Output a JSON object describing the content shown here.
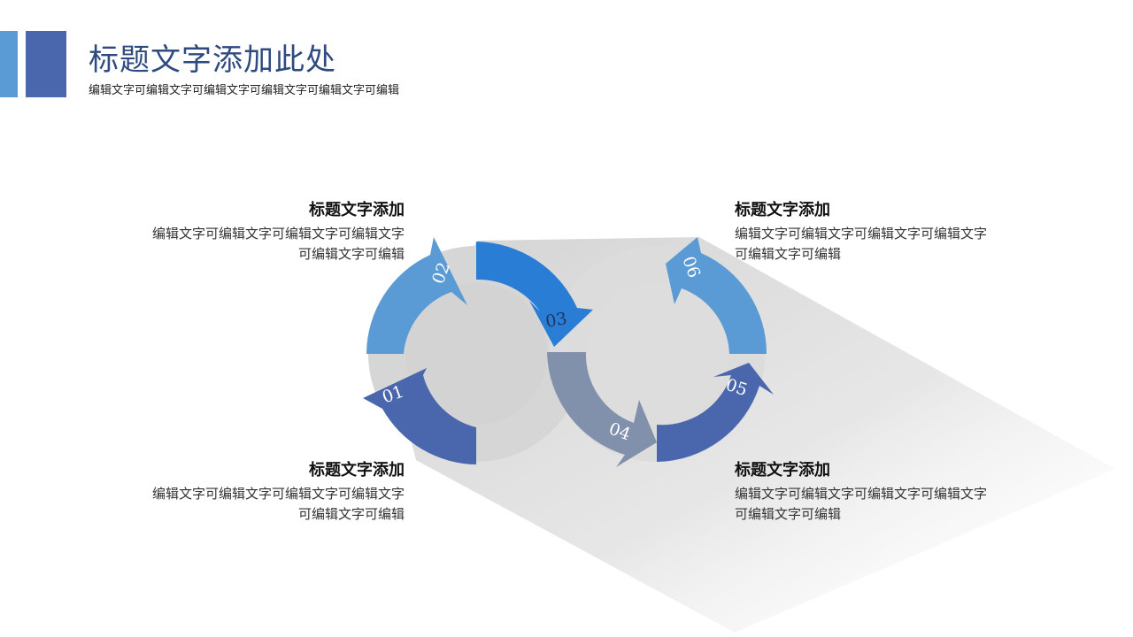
{
  "header": {
    "title": "标题文字添加此处",
    "subtitle": "编辑文字可编辑文字可编辑文字可编辑文字可编辑文字可编辑"
  },
  "colors": {
    "accent_light": "#5b9bd5",
    "accent_dark": "#4a67ad",
    "arrow_blue": "#2a7dd4",
    "arrow_gray": "#8190ab",
    "shadow": "#d9d9d9"
  },
  "diagram": {
    "steps": [
      {
        "num": "01"
      },
      {
        "num": "02"
      },
      {
        "num": "03"
      },
      {
        "num": "04"
      },
      {
        "num": "05"
      },
      {
        "num": "06"
      }
    ]
  },
  "blocks": [
    {
      "title": "标题文字添加",
      "line1": "编辑文字可编辑文字可编辑文字可编辑文字",
      "line2": "可编辑文字可编辑"
    },
    {
      "title": "标题文字添加",
      "line1": "编辑文字可编辑文字可编辑文字可编辑文字",
      "line2": "可编辑文字可编辑"
    },
    {
      "title": "标题文字添加",
      "line1": "编辑文字可编辑文字可编辑文字可编辑文字",
      "line2": "可编辑文字可编辑"
    },
    {
      "title": "标题文字添加",
      "line1": "编辑文字可编辑文字可编辑文字可编辑文字",
      "line2": "可编辑文字可编辑"
    }
  ]
}
